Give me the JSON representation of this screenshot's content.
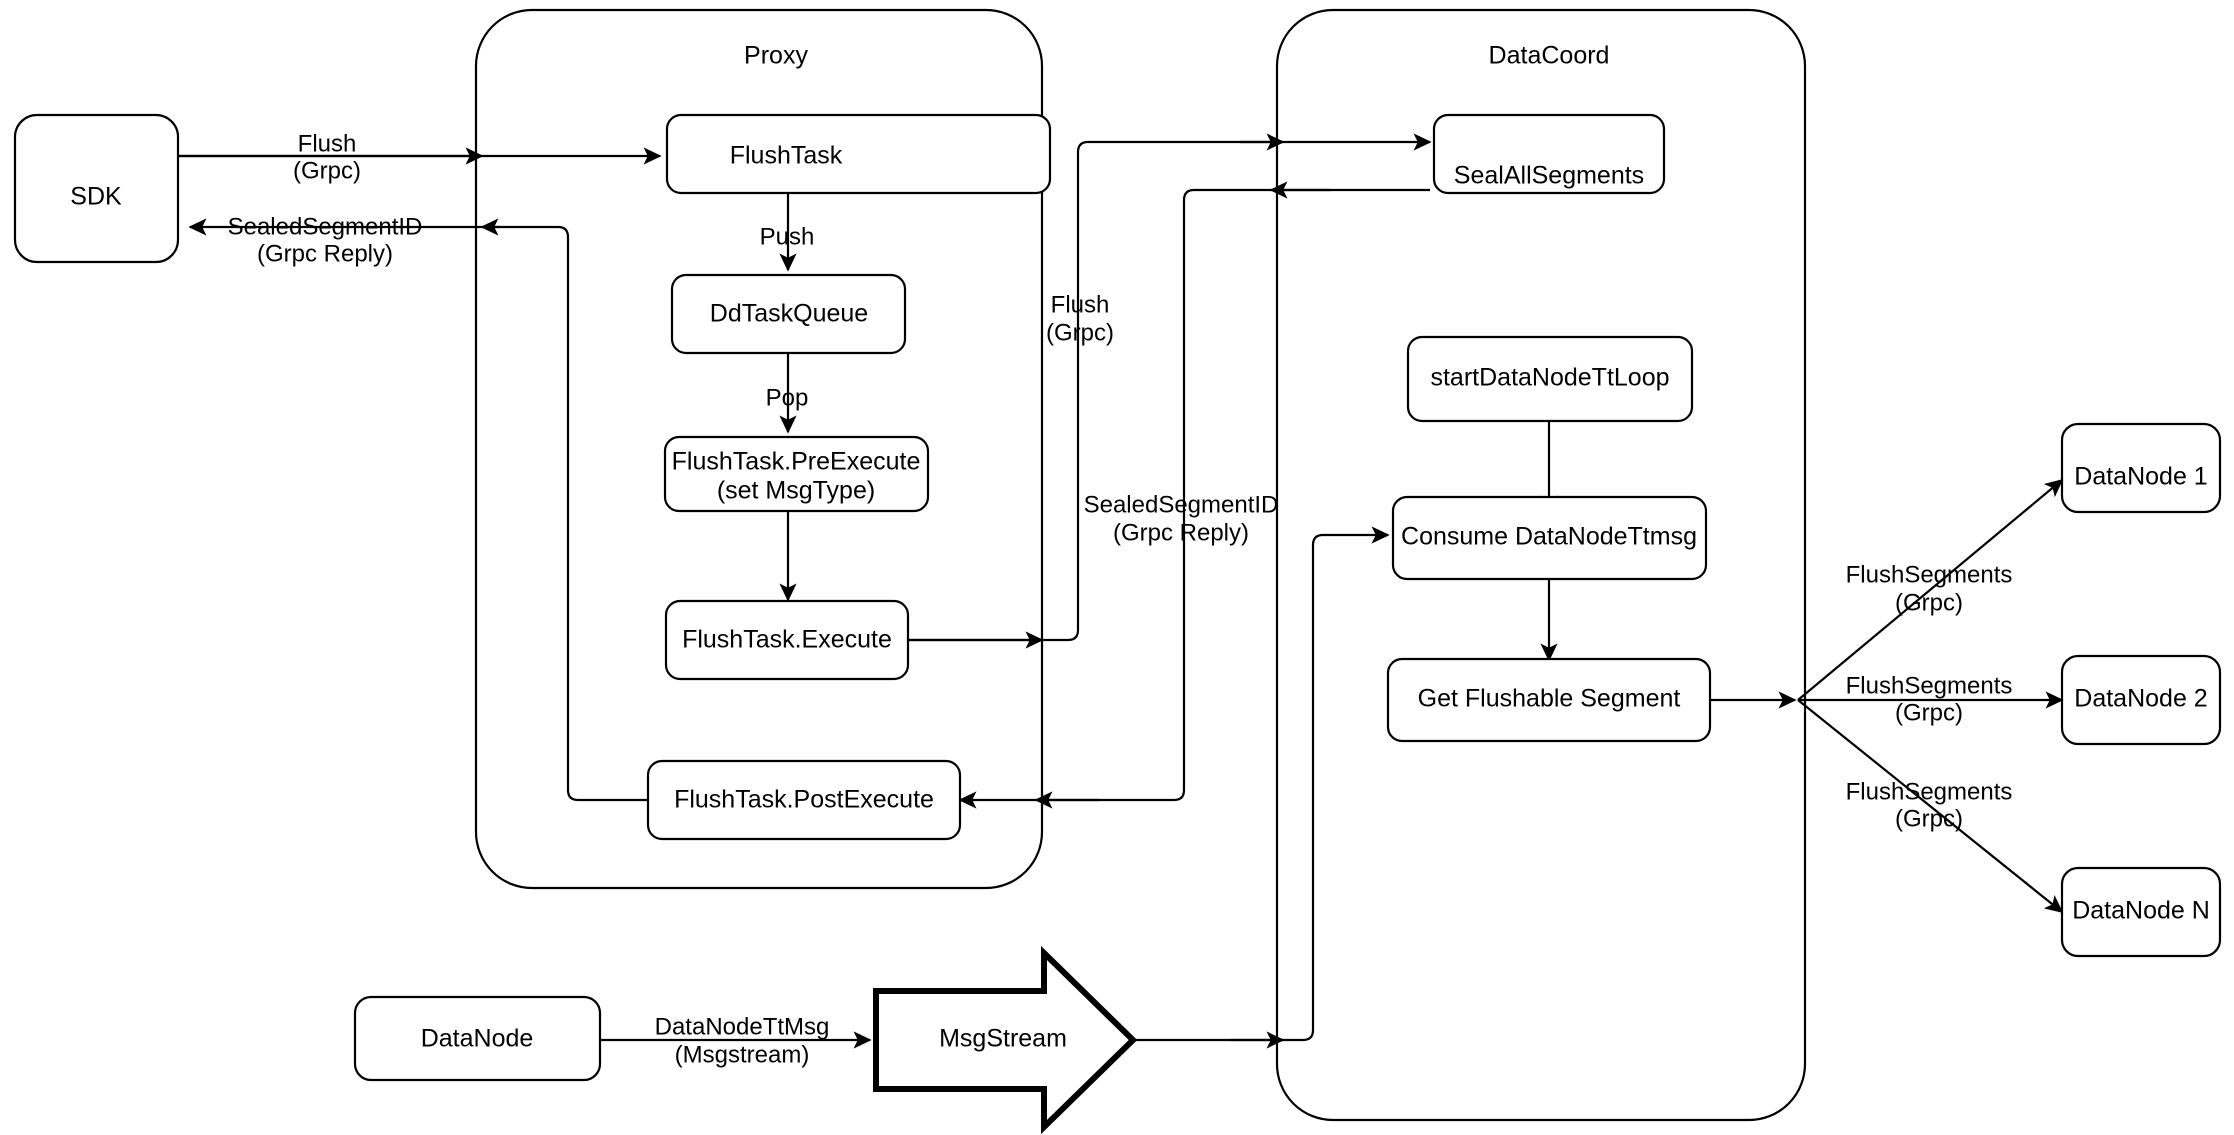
{
  "diagram": {
    "title": "Milvus Flush Sequence Diagram",
    "background_color": "#ffffff",
    "stroke_color": "#000000"
  },
  "containers": [
    {
      "id": "proxy",
      "label": "Proxy"
    },
    {
      "id": "datacoord",
      "label": "DataCoord"
    }
  ],
  "nodes": {
    "sdk": {
      "label": "SDK"
    },
    "flush_task": {
      "label": "FlushTask"
    },
    "dd_task_queue": {
      "label": "DdTaskQueue"
    },
    "pre_execute_line1": {
      "label": "FlushTask.PreExecute"
    },
    "pre_execute_line2": {
      "label": "(set MsgType)"
    },
    "execute": {
      "label": "FlushTask.Execute"
    },
    "post_execute": {
      "label": "FlushTask.PostExecute"
    },
    "seal_all_segments": {
      "label": "SealAllSegments"
    },
    "start_tt_loop": {
      "label": "startDataNodeTtLoop"
    },
    "consume_tt_msg": {
      "label": "Consume DataNodeTtmsg"
    },
    "get_flushable_segment": {
      "label": "Get Flushable Segment"
    },
    "datanode_source": {
      "label": "DataNode"
    },
    "msgstream": {
      "label": "MsgStream"
    },
    "datanode_1": {
      "label": "DataNode 1"
    },
    "datanode_2": {
      "label": "DataNode 2"
    },
    "datanode_n": {
      "label": "DataNode N"
    }
  },
  "edge_labels": {
    "sdk_to_proxy_l1": "Flush",
    "sdk_to_proxy_l2": "(Grpc)",
    "proxy_to_sdk_l1": "SealedSegmentID",
    "proxy_to_sdk_l2": "(Grpc Reply)",
    "push": "Push",
    "pop": "Pop",
    "proxy_to_datacoord_l1": "Flush",
    "proxy_to_datacoord_l2": "(Grpc)",
    "datacoord_to_proxy_l1": "SealedSegmentID",
    "datacoord_to_proxy_l2": "(Grpc Reply)",
    "datanode_tt_msg_l1": "DataNodeTtMsg",
    "datanode_tt_msg_l2": "(Msgstream)",
    "flush_segments_1_l1": "FlushSegments",
    "flush_segments_1_l2": "(Grpc)",
    "flush_segments_2_l1": "FlushSegments",
    "flush_segments_2_l2": "(Grpc)",
    "flush_segments_n_l1": "FlushSegments",
    "flush_segments_n_l2": "(Grpc)"
  }
}
